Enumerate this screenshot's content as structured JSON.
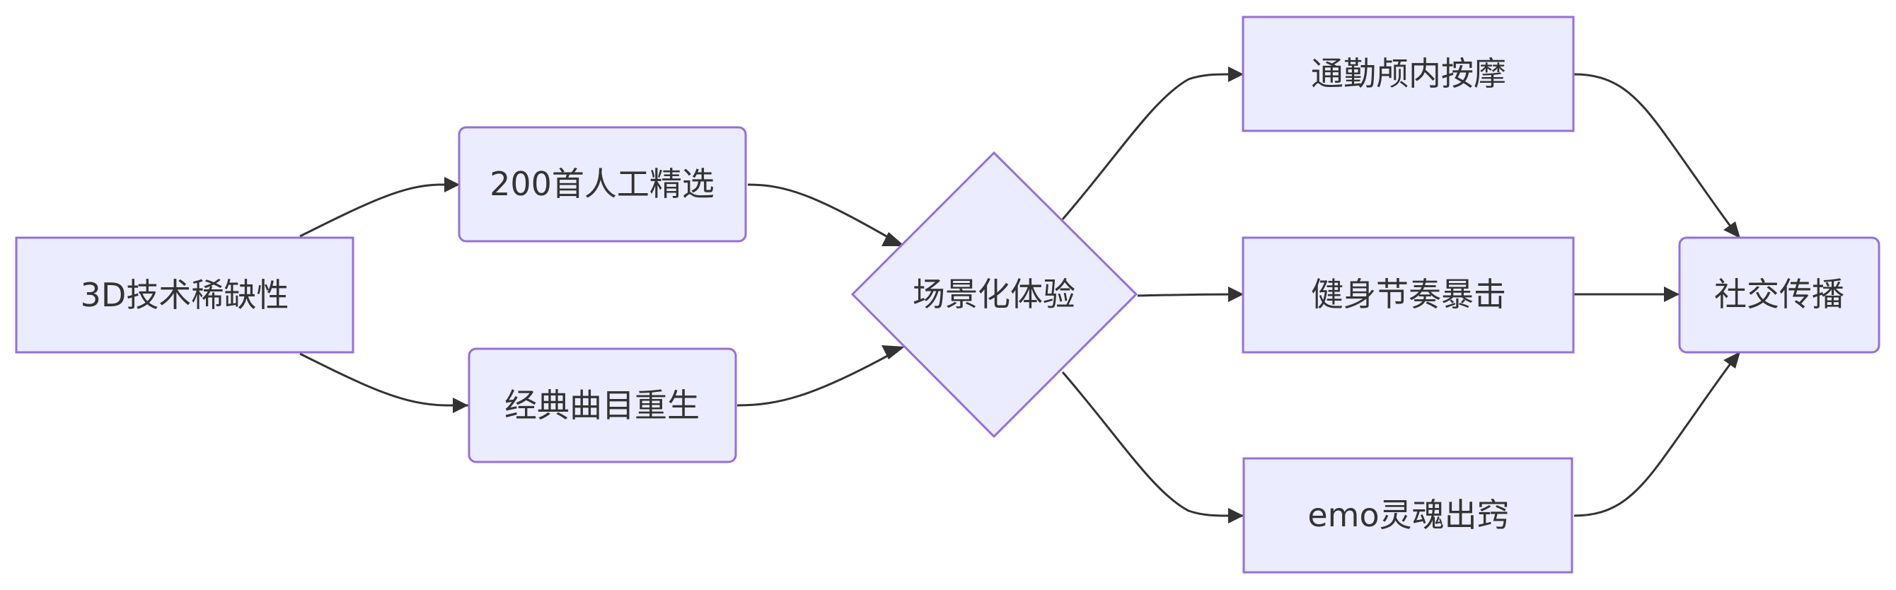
{
  "nodes": {
    "tech": {
      "label": "3D技术稀缺性"
    },
    "curated": {
      "label": "200首人工精选"
    },
    "classic": {
      "label": "经典曲目重生"
    },
    "scene": {
      "label": "场景化体验"
    },
    "commute": {
      "label": "通勤颅内按摩"
    },
    "fitness": {
      "label": "健身节奏暴击"
    },
    "emo": {
      "label": "emo灵魂出窍"
    },
    "social": {
      "label": "社交传播"
    }
  },
  "edges": [
    {
      "from": "tech",
      "to": "curated"
    },
    {
      "from": "tech",
      "to": "classic"
    },
    {
      "from": "curated",
      "to": "scene"
    },
    {
      "from": "classic",
      "to": "scene"
    },
    {
      "from": "scene",
      "to": "commute"
    },
    {
      "from": "scene",
      "to": "fitness"
    },
    {
      "from": "scene",
      "to": "emo"
    },
    {
      "from": "commute",
      "to": "social"
    },
    {
      "from": "fitness",
      "to": "social"
    },
    {
      "from": "emo",
      "to": "social"
    }
  ]
}
